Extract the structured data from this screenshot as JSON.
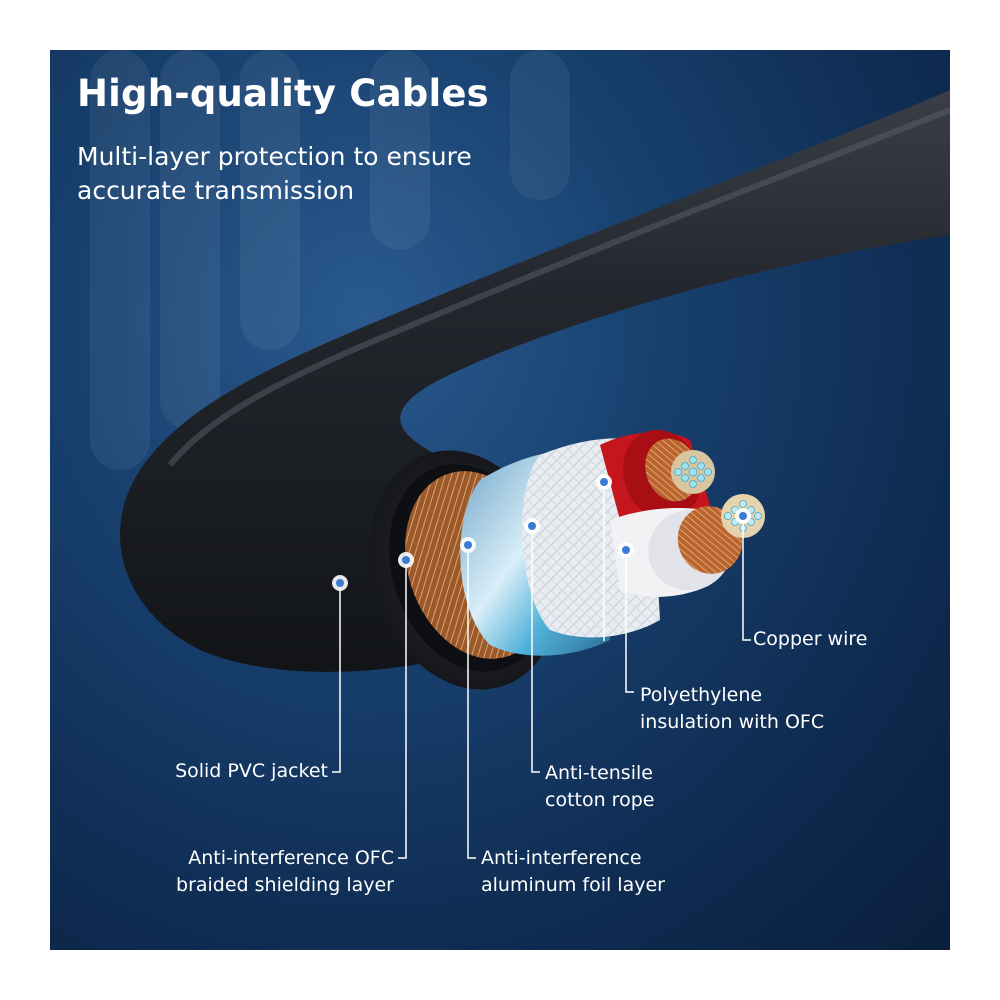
{
  "heading": {
    "title": "High-quality Cables",
    "subtitle_lines": [
      "Multi-layer protection to ensure",
      "accurate transmission"
    ]
  },
  "labels": {
    "copper_wire": "Copper wire",
    "polyethylene": [
      "Polyethylene",
      "insulation with OFC"
    ],
    "pvc_jacket": "Solid PVC jacket",
    "cotton_rope": [
      "Anti-tensile",
      "cotton rope"
    ],
    "braided_shield": [
      "Anti-interference OFC",
      "braided shielding layer"
    ],
    "aluminum_foil": [
      "Anti-interference",
      "aluminum foil layer"
    ]
  },
  "colors": {
    "background": "#14406e",
    "jacket": "#1c2026",
    "copper": "#c8743e",
    "red_insulation": "#c4161c",
    "white_insulation": "#f2f2f4",
    "foil": "#9ec7dd",
    "marker": "#3a7bd5"
  }
}
